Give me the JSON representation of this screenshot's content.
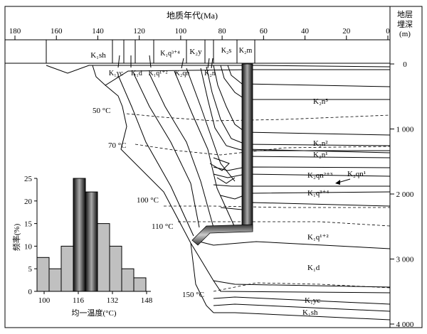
{
  "top_axis": {
    "title": "地质年代(Ma)",
    "ticks": [
      "180",
      "160",
      "140",
      "120",
      "100",
      "80",
      "60",
      "40",
      "20",
      "0"
    ]
  },
  "depth_axis": {
    "title_line1": "地层",
    "title_line2": "埋深",
    "unit": "(m)",
    "ticks": [
      "0",
      "1 000",
      "2 000",
      "3 000",
      "4 000"
    ]
  },
  "strata_header": [
    "K₁sh",
    "K₁yc",
    "K₁d",
    "K₁q¹⁺²",
    "K₁q³⁺⁴",
    "K₂qn",
    "K₂y",
    "K₂n",
    "K₂s",
    "K₂m"
  ],
  "temperatures": [
    "50 °C",
    "70 °C",
    "100 °C",
    "110 °C",
    "150 °C"
  ],
  "layer_labels": [
    "K₂n⁵",
    "K₂n²",
    "K₂n¹",
    "K₂qn²⁺³",
    "K₂qn¹",
    "K₁q³⁺⁴",
    "K₁q¹⁺²",
    "K₁d",
    "K₁yc",
    "K₁sh"
  ],
  "colors": {
    "line": "#000000",
    "bar_gray": "#c0c0c0",
    "bar_dark": "#1a1a1a"
  },
  "chart_data": {
    "type": "bar",
    "xlabel": "均一温度(°C)",
    "ylabel": "频率(%)",
    "x_ticks": [
      "100",
      "116",
      "132",
      "148"
    ],
    "y_ticks": [
      "0",
      "5",
      "10",
      "15",
      "20",
      "25"
    ],
    "bin_edges": [
      100,
      104,
      108,
      112,
      116,
      120,
      124,
      128,
      132,
      136,
      140,
      144,
      148
    ],
    "values": [
      7.5,
      5,
      10,
      25,
      22,
      15,
      10,
      5,
      3
    ],
    "xlim": [
      100,
      148
    ],
    "ylim": [
      0,
      25
    ]
  }
}
